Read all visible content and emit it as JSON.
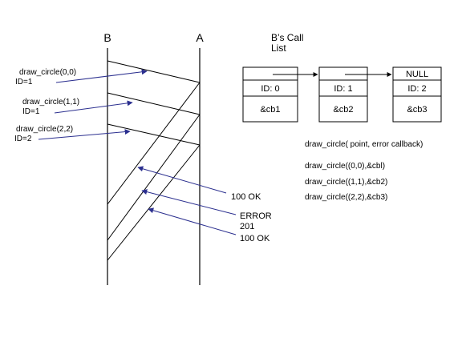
{
  "colors": {
    "background": "#ffffff",
    "line": "#000000",
    "arrow": "#2b2f8f"
  },
  "lifelines": {
    "b_label": "B",
    "a_label": "A"
  },
  "requests": [
    {
      "call": "draw_circle(0,0)",
      "id": "ID=1"
    },
    {
      "call": "draw_circle(1,1)",
      "id": "ID=1"
    },
    {
      "call": "draw_circle(2,2)",
      "id": "ID=2"
    }
  ],
  "responses": [
    {
      "line1": "100 OK",
      "line2": ""
    },
    {
      "line1": "ERROR",
      "line2": "201"
    },
    {
      "line1": "100 OK",
      "line2": ""
    }
  ],
  "call_list": {
    "title_line1": "B’s Call",
    "title_line2": "List",
    "nodes": [
      {
        "top": "",
        "id": "ID: 0",
        "cb": "&cb1"
      },
      {
        "top": "",
        "id": "ID: 1",
        "cb": "&cb2"
      },
      {
        "top": "NULL",
        "id": "ID: 2",
        "cb": "&cb3"
      }
    ]
  },
  "code": {
    "signature": "draw_circle( point, error callback)",
    "calls": [
      "draw_circle((0,0),&cbl)",
      "draw_circle((1,1),&cb2)",
      "draw_circle((2,2),&cb3)"
    ]
  }
}
